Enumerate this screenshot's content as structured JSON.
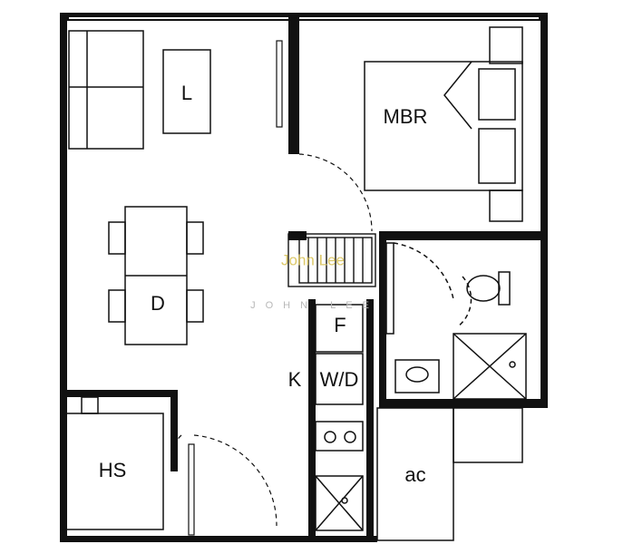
{
  "rooms": {
    "living": "L",
    "master_bedroom": "MBR",
    "dining": "D",
    "fridge": "F",
    "kitchen": "K",
    "washer_dryer": "W/D",
    "household_shelter": "HS",
    "ac_ledge": "ac"
  },
  "watermark": {
    "primary": "John Lee",
    "secondary": "JOHN LEE"
  }
}
